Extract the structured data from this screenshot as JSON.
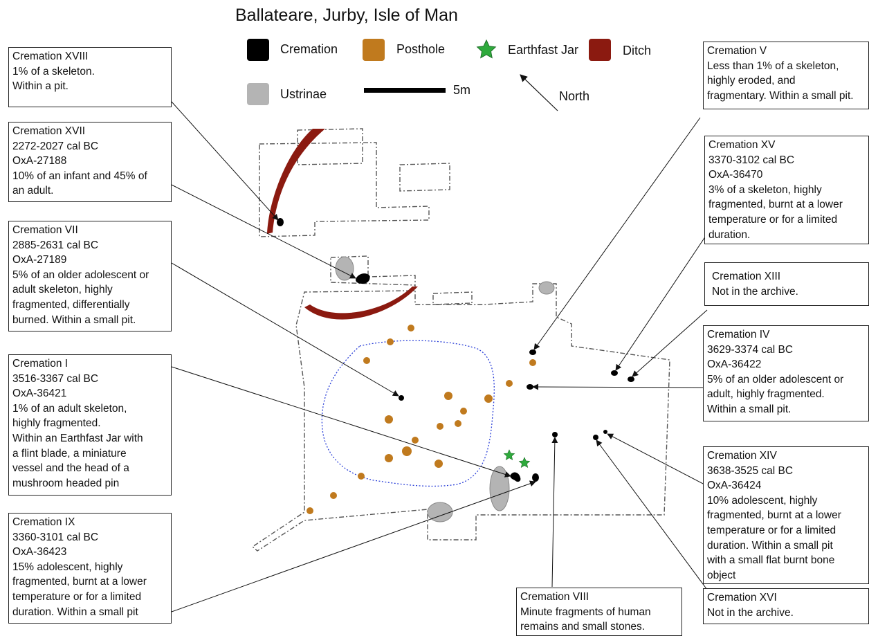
{
  "title": "Ballateare, Jurby, Isle of Man",
  "legend": {
    "cremation": "Cremation",
    "posthole": "Posthole",
    "earthfast_jar": "Earthfast Jar",
    "ditch": "Ditch",
    "ustrinae": "Ustrinae",
    "scale": "5m",
    "north": "North"
  },
  "colors": {
    "cremation": "#000000",
    "posthole": "#c07a1e",
    "earthfast_jar": "#2eaa3c",
    "ditch": "#8b1a10",
    "ustrinae": "#b4b4b4",
    "ring_ditch": "#2a3fd8"
  },
  "annotations": {
    "xviii": [
      "Cremation XVIII",
      "1% of a skeleton.",
      "Within a pit."
    ],
    "xvii": [
      "Cremation XVII",
      "2272-2027 cal BC",
      "OxA-27188",
      "10% of an infant and  45% of",
      "an adult."
    ],
    "vii": [
      "Cremation VII",
      "2885-2631 cal BC",
      "OxA-27189",
      "5% of an older adolescent or",
      "adult skeleton, highly",
      "fragmented, differentially",
      "burned. Within a small pit."
    ],
    "i": [
      "Cremation I",
      "3516-3367 cal BC",
      "OxA-36421",
      "1% of an adult skeleton,",
      "highly fragmented.",
      "Within an Earthfast Jar with",
      "a flint blade, a miniature",
      "vessel and the head of a",
      "mushroom headed pin"
    ],
    "ix": [
      "Cremation IX",
      "3360-3101 cal BC",
      "OxA-36423",
      "15% adolescent, highly",
      "fragmented, burnt at a lower",
      "temperature or  for a limited",
      "duration. Within a small pit"
    ],
    "v": [
      "Cremation V",
      "Less than 1% of a skeleton,",
      "highly eroded, and",
      "fragmentary. Within a small pit."
    ],
    "xv": [
      "Cremation XV",
      "3370-3102 cal BC",
      "OxA-36470",
      "3% of a skeleton, highly",
      "fragmented, burnt at a lower",
      "temperature or for a limited",
      "duration."
    ],
    "xiii": [
      "Cremation XIII",
      "Not in the archive."
    ],
    "iv": [
      "Cremation IV",
      "3629-3374 cal BC",
      "OxA-36422",
      "5% of an older adolescent or",
      "adult, highly fragmented.",
      "Within a small pit."
    ],
    "xiv": [
      "Cremation XIV",
      "3638-3525 cal BC",
      "OxA-36424",
      "10% adolescent, highly",
      "fragmented, burnt at a lower",
      "temperature or  for a limited",
      "duration. Within a small pit",
      "with a small flat burnt bone",
      "object"
    ],
    "xvi": [
      "Cremation XVI",
      "Not in the archive."
    ],
    "viii": [
      "Cremation VIII",
      "Minute fragments of human",
      "remains and small stones."
    ]
  }
}
